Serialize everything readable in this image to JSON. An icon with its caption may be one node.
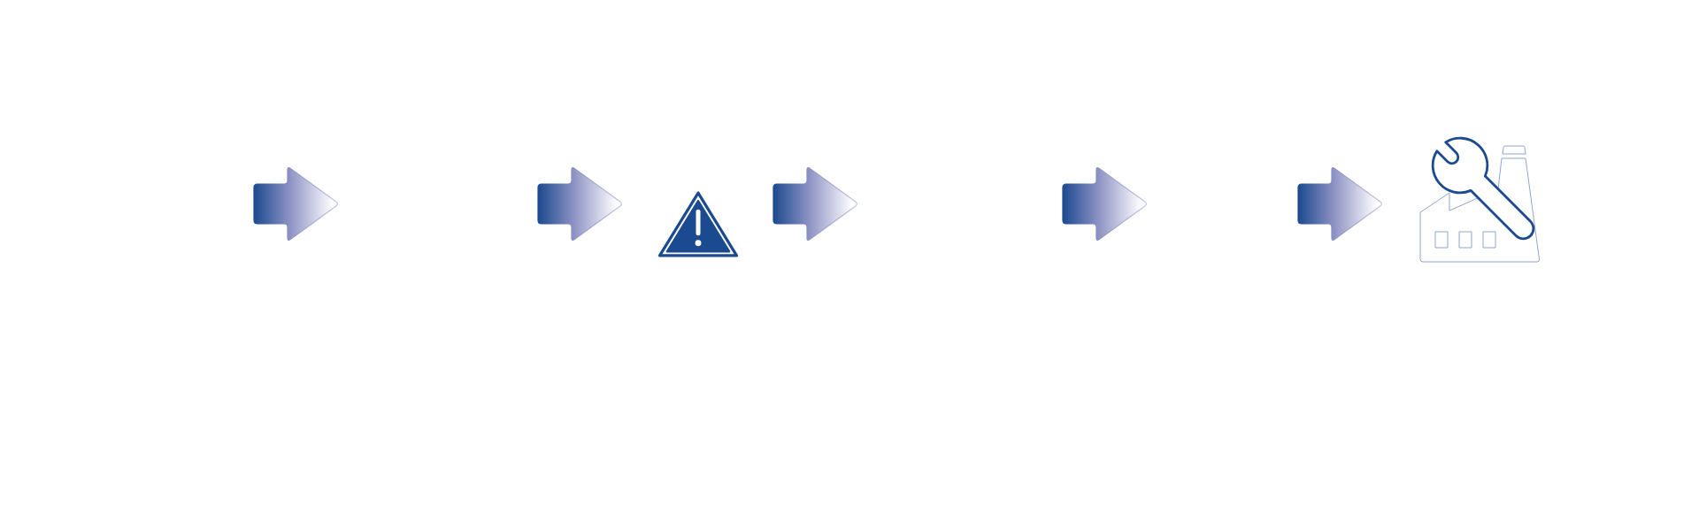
{
  "diagram": {
    "nodes": [
      {
        "text": [],
        "shape": "arrow"
      },
      {
        "text": [],
        "shape": "picture"
      },
      {
        "text": [],
        "shape": "arrow"
      },
      {
        "text": [],
        "shape": "picture"
      }
    ],
    "edges": [
      {
        "from": null,
        "to": 1,
        "arrow": "to"
      },
      {
        "from": 1,
        "to": null,
        "arrow": "to"
      },
      {
        "from": null,
        "to": 3,
        "arrow": "to"
      }
    ]
  }
}
